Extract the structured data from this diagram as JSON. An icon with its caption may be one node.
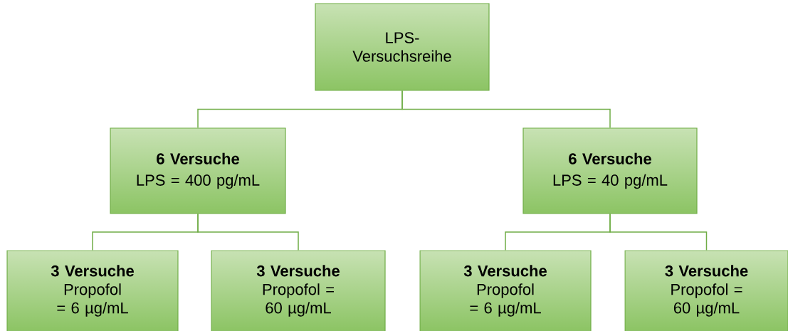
{
  "diagram": {
    "nodes": [
      {
        "text": [
          "LPS- Versuchsreihe"
        ]
      },
      {
        "text": [
          "6 Versuche",
          "LPS = 400 pg/mL"
        ]
      },
      {
        "text": [
          "6 Versuche",
          "LPS = 40 pg/mL"
        ]
      },
      {
        "text": [
          "3 Versuche",
          "Propofol = 6 µg/mL"
        ]
      },
      {
        "text": [
          "3 Versuche",
          "Propofol = 60 µg/mL"
        ]
      },
      {
        "text": [
          "3 Versuche",
          "Propofol = 6 µg/mL"
        ]
      },
      {
        "text": [
          "3 Versuche",
          "Propofol = 60 µg/mL"
        ]
      }
    ],
    "edges": [
      {
        "from": 0,
        "to": 1,
        "arrow": "none"
      },
      {
        "from": 0,
        "to": 2,
        "arrow": "none"
      },
      {
        "from": 1,
        "to": 3,
        "arrow": "none"
      },
      {
        "from": 1,
        "to": 4,
        "arrow": "none"
      },
      {
        "from": 2,
        "to": 5,
        "arrow": "none"
      },
      {
        "from": 2,
        "to": 6,
        "arrow": "none"
      }
    ]
  }
}
